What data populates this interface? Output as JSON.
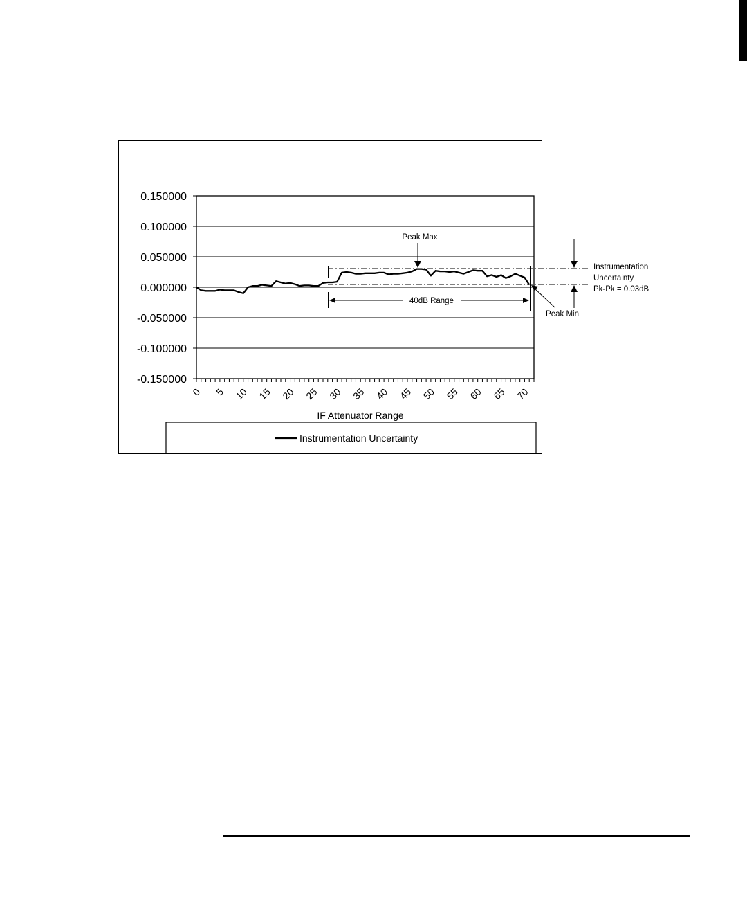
{
  "chart_data": {
    "type": "line",
    "title": "",
    "xlabel": "IF Attenuator Range",
    "ylabel": "",
    "xlim": [
      0,
      72
    ],
    "ylim": [
      -0.15,
      0.15
    ],
    "x_ticks": [
      "0",
      "5",
      "10",
      "15",
      "20",
      "25",
      "30",
      "35",
      "40",
      "45",
      "50",
      "55",
      "60",
      "65",
      "70"
    ],
    "y_ticks": [
      "0.150000",
      "0.100000",
      "0.050000",
      "0.000000",
      "-0.050000",
      "-0.100000",
      "-0.150000"
    ],
    "grid": "horizontal",
    "legend": "bottom",
    "series": [
      {
        "name": "Instrumentation Uncertainty",
        "color": "#000000",
        "x": [
          0,
          1,
          2,
          3,
          4,
          5,
          6,
          7,
          8,
          9,
          10,
          11,
          12,
          13,
          14,
          15,
          16,
          17,
          18,
          19,
          20,
          21,
          22,
          23,
          24,
          25,
          26,
          27,
          28,
          29,
          30,
          31,
          32,
          33,
          34,
          35,
          36,
          37,
          38,
          39,
          40,
          41,
          42,
          43,
          44,
          45,
          46,
          47,
          48,
          49,
          50,
          51,
          52,
          53,
          54,
          55,
          56,
          57,
          58,
          59,
          60,
          61,
          62,
          63,
          64,
          65,
          66,
          67,
          68,
          69,
          70,
          71
        ],
        "y": [
          0.0,
          -0.005,
          -0.006,
          -0.006,
          -0.006,
          -0.004,
          -0.005,
          -0.005,
          -0.005,
          -0.008,
          -0.01,
          0.0,
          0.002,
          0.002,
          0.004,
          0.003,
          0.002,
          0.01,
          0.008,
          0.006,
          0.007,
          0.005,
          0.002,
          0.003,
          0.003,
          0.002,
          0.002,
          0.007,
          0.008,
          0.008,
          0.009,
          0.024,
          0.025,
          0.024,
          0.022,
          0.022,
          0.023,
          0.023,
          0.023,
          0.024,
          0.024,
          0.021,
          0.022,
          0.022,
          0.023,
          0.024,
          0.026,
          0.03,
          0.03,
          0.029,
          0.019,
          0.027,
          0.026,
          0.026,
          0.025,
          0.026,
          0.024,
          0.022,
          0.025,
          0.028,
          0.027,
          0.027,
          0.018,
          0.02,
          0.017,
          0.02,
          0.015,
          0.018,
          0.022,
          0.019,
          0.016,
          0.004
        ]
      }
    ],
    "annotations": {
      "peak_max": "Peak Max",
      "peak_min": "Peak Min",
      "range": "40dB Range",
      "uncertainty_lines": [
        "Instrumentation",
        "Uncertainty",
        "Pk-Pk = 0.03dB"
      ]
    }
  }
}
